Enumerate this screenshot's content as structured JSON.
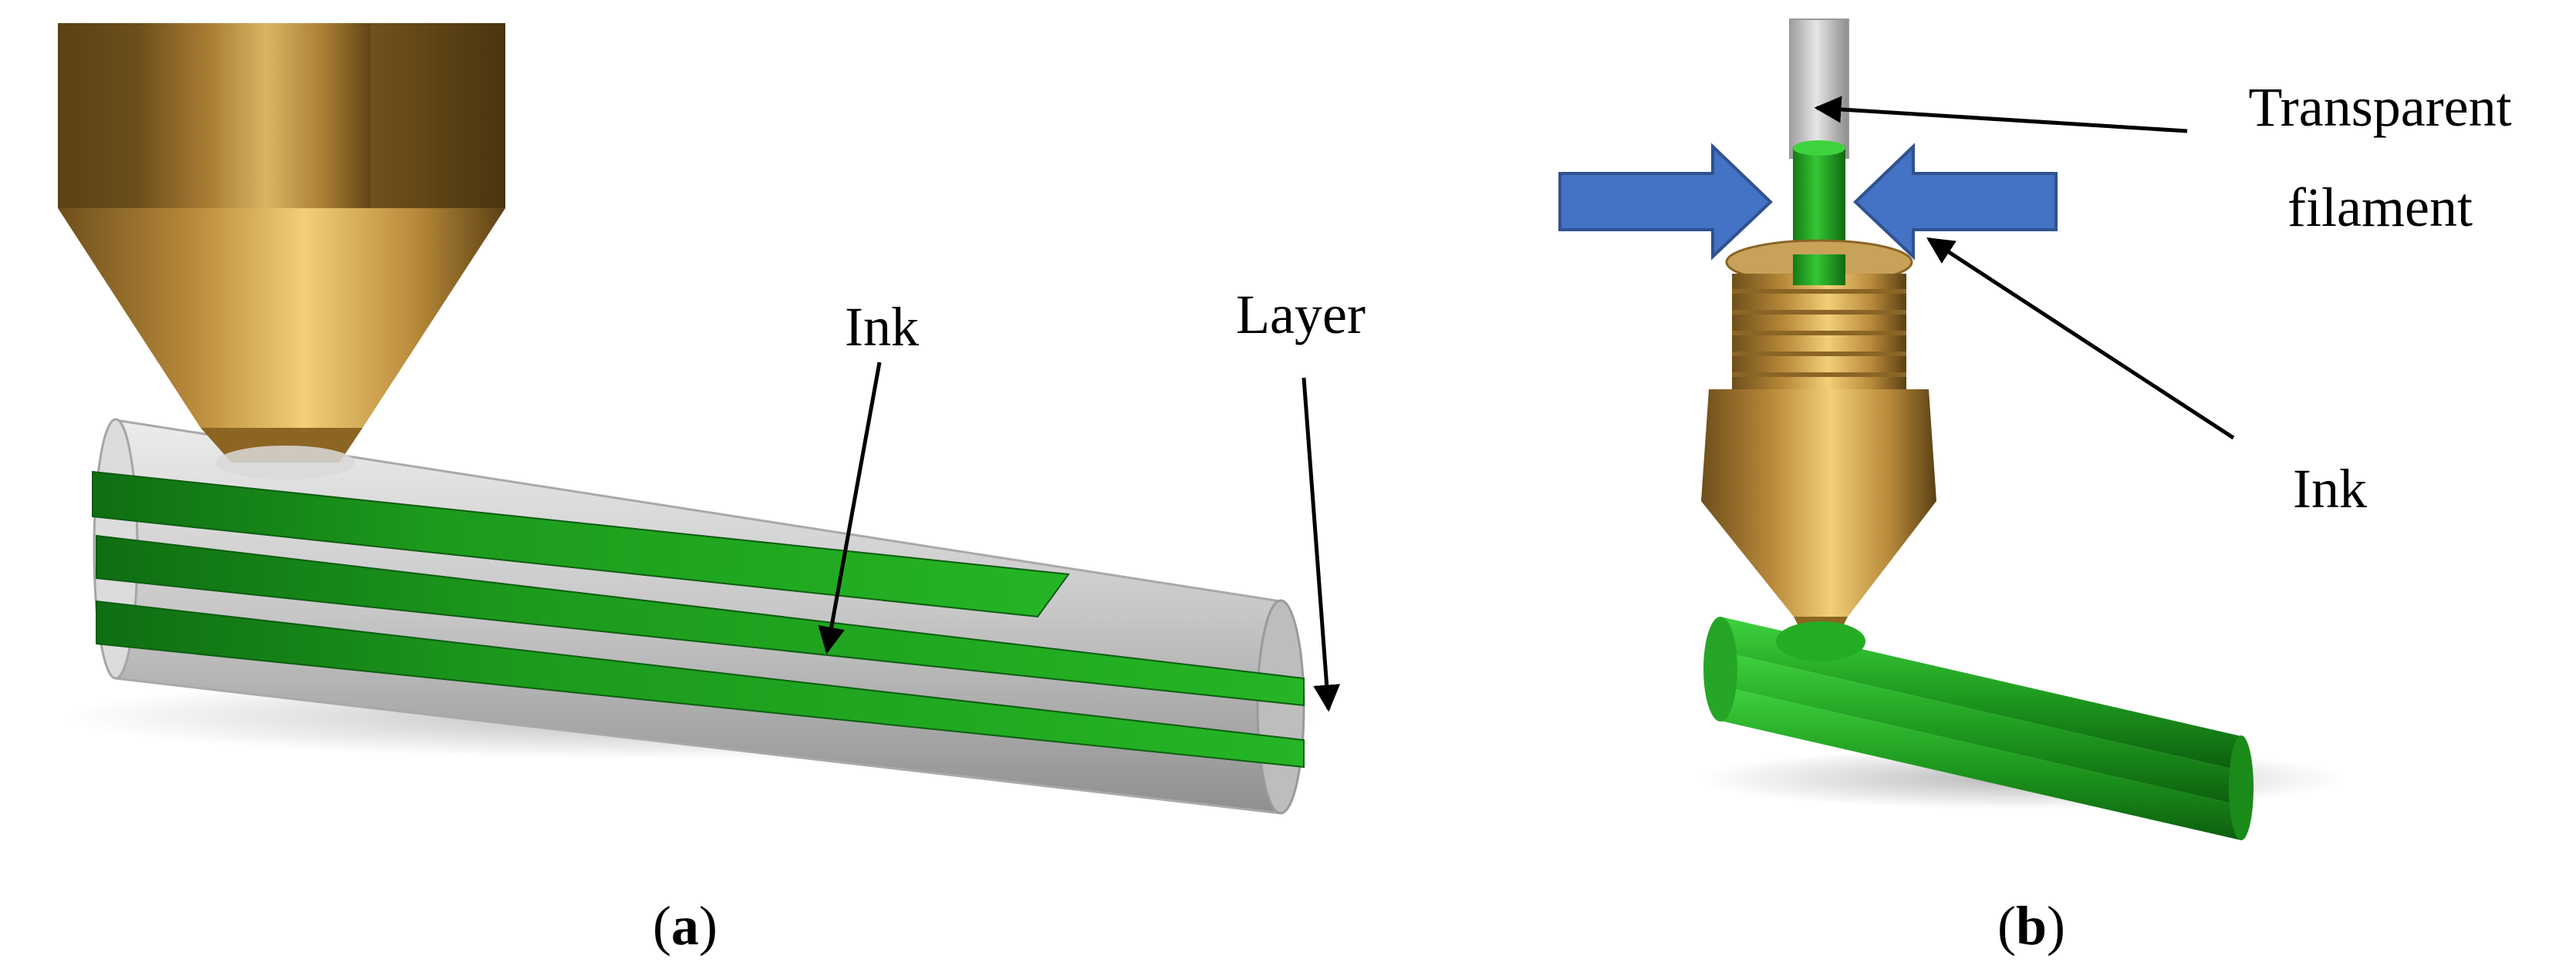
{
  "panel_a": {
    "ink_label": "Ink",
    "layer_label": "Layer",
    "caption_open": "(",
    "caption_letter": "a",
    "caption_close": ")"
  },
  "panel_b": {
    "filament_label_line1": "Transparent",
    "filament_label_line2": "filament",
    "ink_label": "Ink",
    "caption_open": "(",
    "caption_letter": "b",
    "caption_close": ")"
  },
  "colors": {
    "ink_green": "#22a822",
    "ink_green_dark": "#0f6e13",
    "filament_gray": "#cfcfcf",
    "nozzle_brass": "#b8893a",
    "arrow_blue": "#4472c4",
    "arrow_blue_border": "#2f528f"
  }
}
